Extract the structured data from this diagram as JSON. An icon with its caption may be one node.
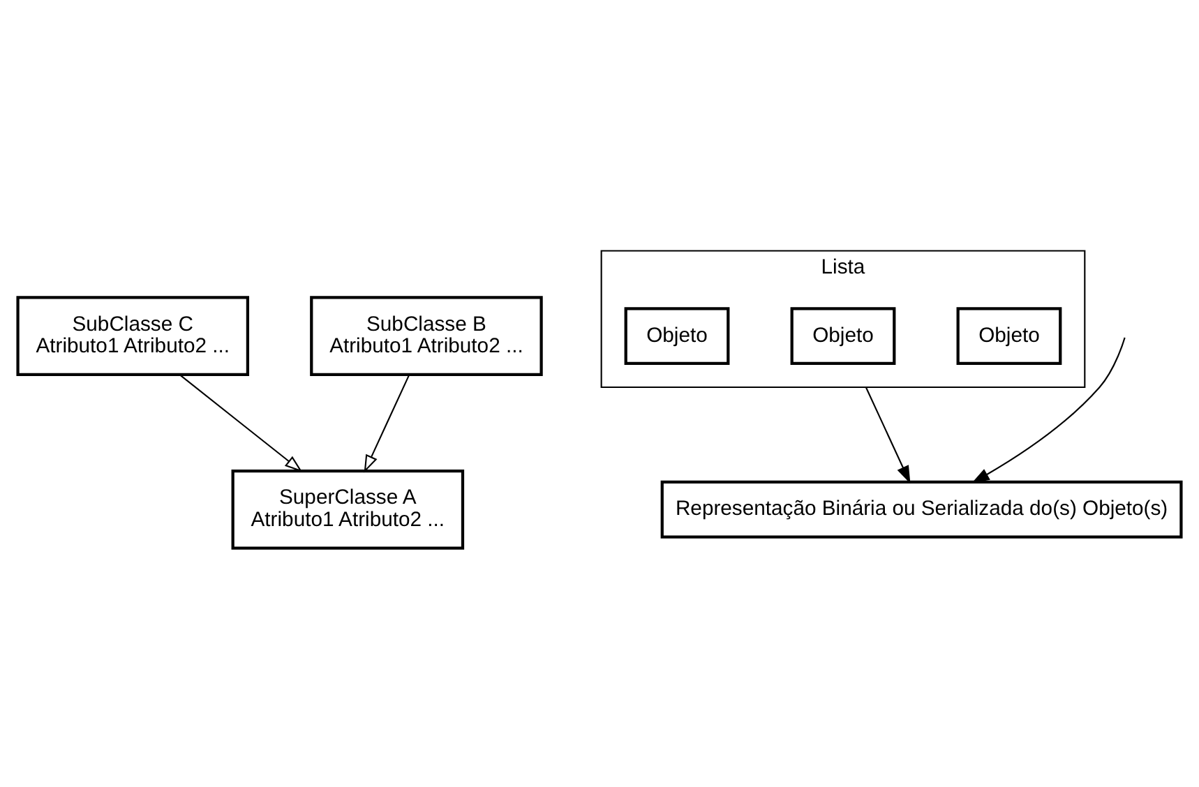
{
  "diagram": {
    "nodes": [
      {
        "text": [
          "SuperClasse A",
          "Atributo1 Atributo2 ..."
        ]
      },
      {
        "text": [
          "SubClasse C",
          "Atributo1 Atributo2 ..."
        ]
      },
      {
        "text": [
          "SubClasse B",
          "Atributo1 Atributo2 ..."
        ]
      },
      {
        "text": [
          "Lista"
        ]
      },
      {
        "text": [
          "Objeto"
        ],
        "in": 3
      },
      {
        "text": [
          "Objeto"
        ],
        "in": 3
      },
      {
        "text": [
          "Objeto"
        ],
        "in": 3
      },
      {
        "text": [
          "Representação Binária ou Serializada do(s) Objeto(s)"
        ]
      }
    ],
    "edges": [
      {
        "from": 1,
        "to": 0,
        "arrow": "to"
      },
      {
        "from": 2,
        "to": 0,
        "arrow": "to"
      },
      {
        "from": null,
        "to": 7,
        "arrow": "to"
      },
      {
        "from": 3,
        "to": 7,
        "arrow": "to"
      }
    ]
  }
}
